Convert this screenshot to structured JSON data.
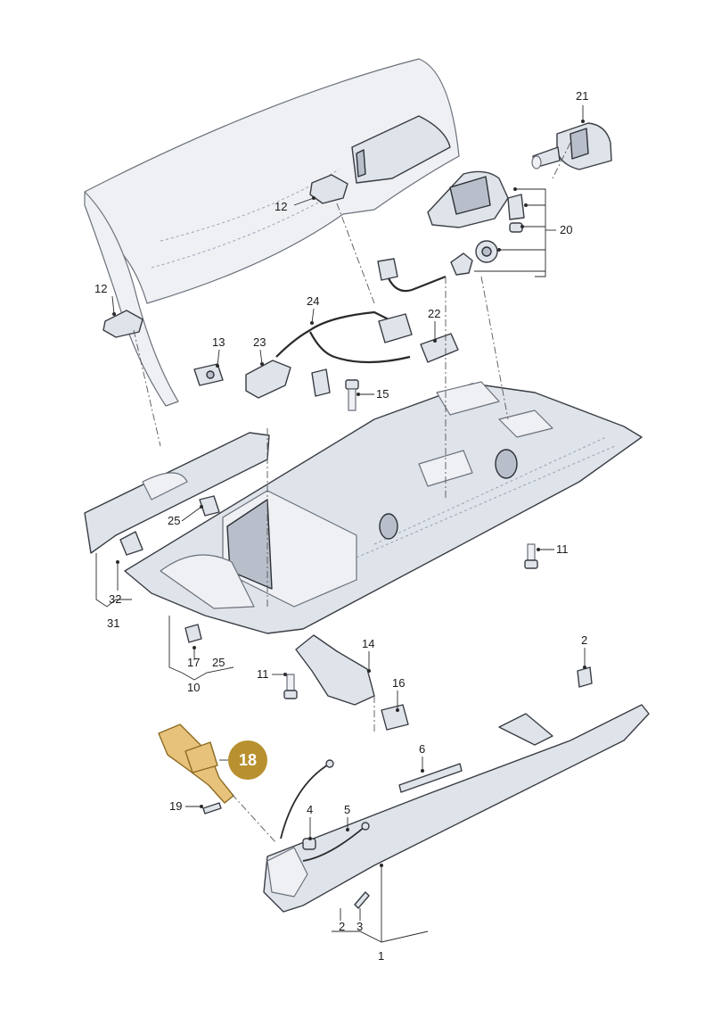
{
  "callouts": [
    {
      "id": "c21",
      "text": "21"
    },
    {
      "id": "c20",
      "text": "20"
    },
    {
      "id": "c12a",
      "text": "12"
    },
    {
      "id": "c12b",
      "text": "12"
    },
    {
      "id": "c24",
      "text": "24"
    },
    {
      "id": "c22",
      "text": "22"
    },
    {
      "id": "c13",
      "text": "13"
    },
    {
      "id": "c23",
      "text": "23"
    },
    {
      "id": "c15",
      "text": "15"
    },
    {
      "id": "c25a",
      "text": "25"
    },
    {
      "id": "c11a",
      "text": "11"
    },
    {
      "id": "c32",
      "text": "32"
    },
    {
      "id": "c31",
      "text": "31"
    },
    {
      "id": "c17",
      "text": "17"
    },
    {
      "id": "c25b",
      "text": "25"
    },
    {
      "id": "c10",
      "text": "10"
    },
    {
      "id": "c11b",
      "text": "11"
    },
    {
      "id": "c14",
      "text": "14"
    },
    {
      "id": "c16",
      "text": "16"
    },
    {
      "id": "c2a",
      "text": "2"
    },
    {
      "id": "c6",
      "text": "6"
    },
    {
      "id": "c19",
      "text": "19"
    },
    {
      "id": "c4",
      "text": "4"
    },
    {
      "id": "c5",
      "text": "5"
    },
    {
      "id": "c2b",
      "text": "2"
    },
    {
      "id": "c3",
      "text": "3"
    },
    {
      "id": "c1",
      "text": "1"
    }
  ],
  "highlight": {
    "text": "18",
    "color": "#b8902f"
  }
}
